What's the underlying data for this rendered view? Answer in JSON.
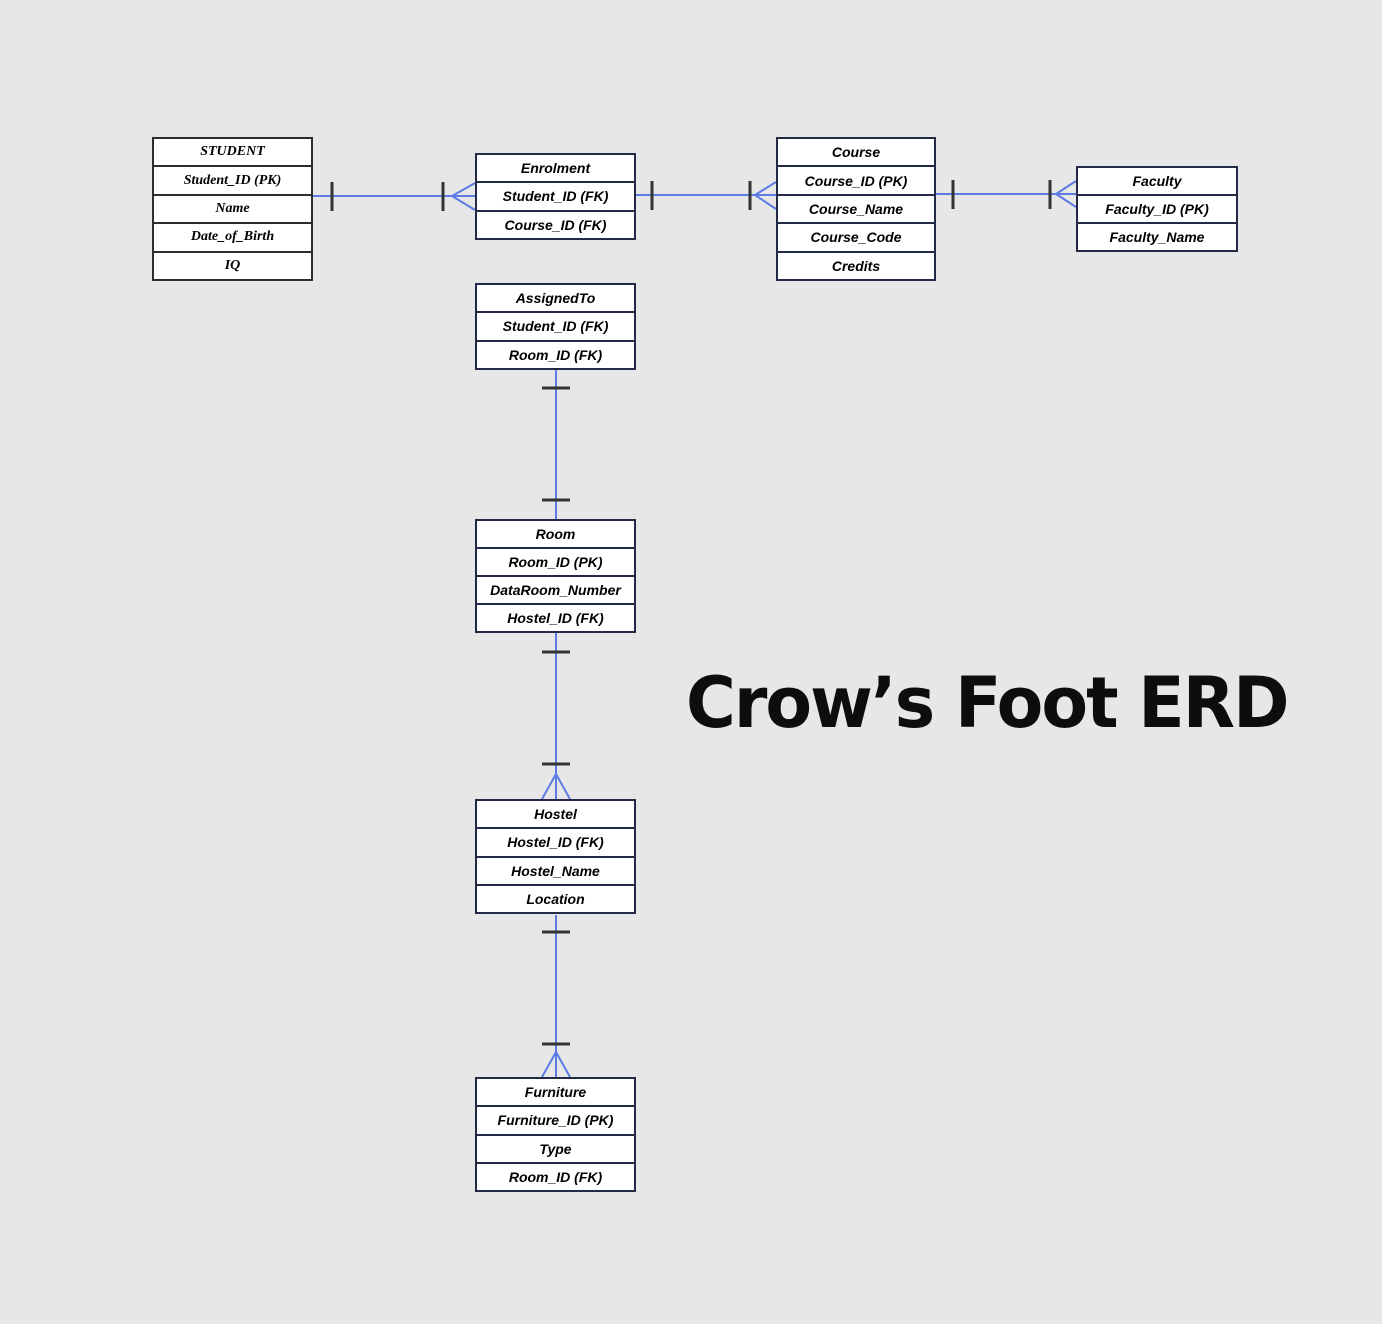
{
  "title": "Crow’s Foot ERD",
  "entities": {
    "student": {
      "title": "STUDENT",
      "rows": [
        "Student_ID (PK)",
        "Name",
        "Date_of_Birth",
        "IQ"
      ]
    },
    "enrolment": {
      "title": "Enrolment",
      "rows": [
        "Student_ID (FK)",
        "Course_ID (FK)"
      ]
    },
    "course": {
      "title": "Course",
      "rows": [
        "Course_ID (PK)",
        "Course_Name",
        "Course_Code",
        "Credits"
      ]
    },
    "faculty": {
      "title": "Faculty",
      "rows": [
        "Faculty_ID (PK)",
        "Faculty_Name"
      ]
    },
    "assignedto": {
      "title": "AssignedTo",
      "rows": [
        "Student_ID (FK)",
        "Room_ID (FK)"
      ]
    },
    "room": {
      "title": "Room",
      "rows": [
        "Room_ID (PK)",
        "DataRoom_Number",
        "Hostel_ID (FK)"
      ]
    },
    "hostel": {
      "title": "Hostel",
      "rows": [
        "Hostel_ID (FK)",
        "Hostel_Name",
        "Location"
      ]
    },
    "furniture": {
      "title": "Furniture",
      "rows": [
        "Furniture_ID (PK)",
        "Type",
        "Room_ID (FK)"
      ]
    }
  },
  "relationships": [
    {
      "from": "STUDENT",
      "to": "Enrolment",
      "from_end": "one",
      "to_end": "many (crow's foot)"
    },
    {
      "from": "Enrolment",
      "to": "Course",
      "from_end": "one",
      "to_end": "many (crow's foot)"
    },
    {
      "from": "Course",
      "to": "Faculty",
      "from_end": "one",
      "to_end": "many (crow's foot)"
    },
    {
      "from": "AssignedTo",
      "to": "Room",
      "from_end": "one",
      "to_end": "one"
    },
    {
      "from": "Room",
      "to": "Hostel",
      "from_end": "one",
      "to_end": "many (crow's foot)"
    },
    {
      "from": "Hostel",
      "to": "Furniture",
      "from_end": "one",
      "to_end": "many (crow's foot)"
    }
  ],
  "colors": {
    "background": "#e7e7e7",
    "entity_fill": "#ffffff",
    "entity_border_navy": "#232a45",
    "student_border": "#2d2d2d",
    "connector_blue": "#5d7be4",
    "tick_dark": "#333333",
    "title_text": "#0d0d0d"
  }
}
